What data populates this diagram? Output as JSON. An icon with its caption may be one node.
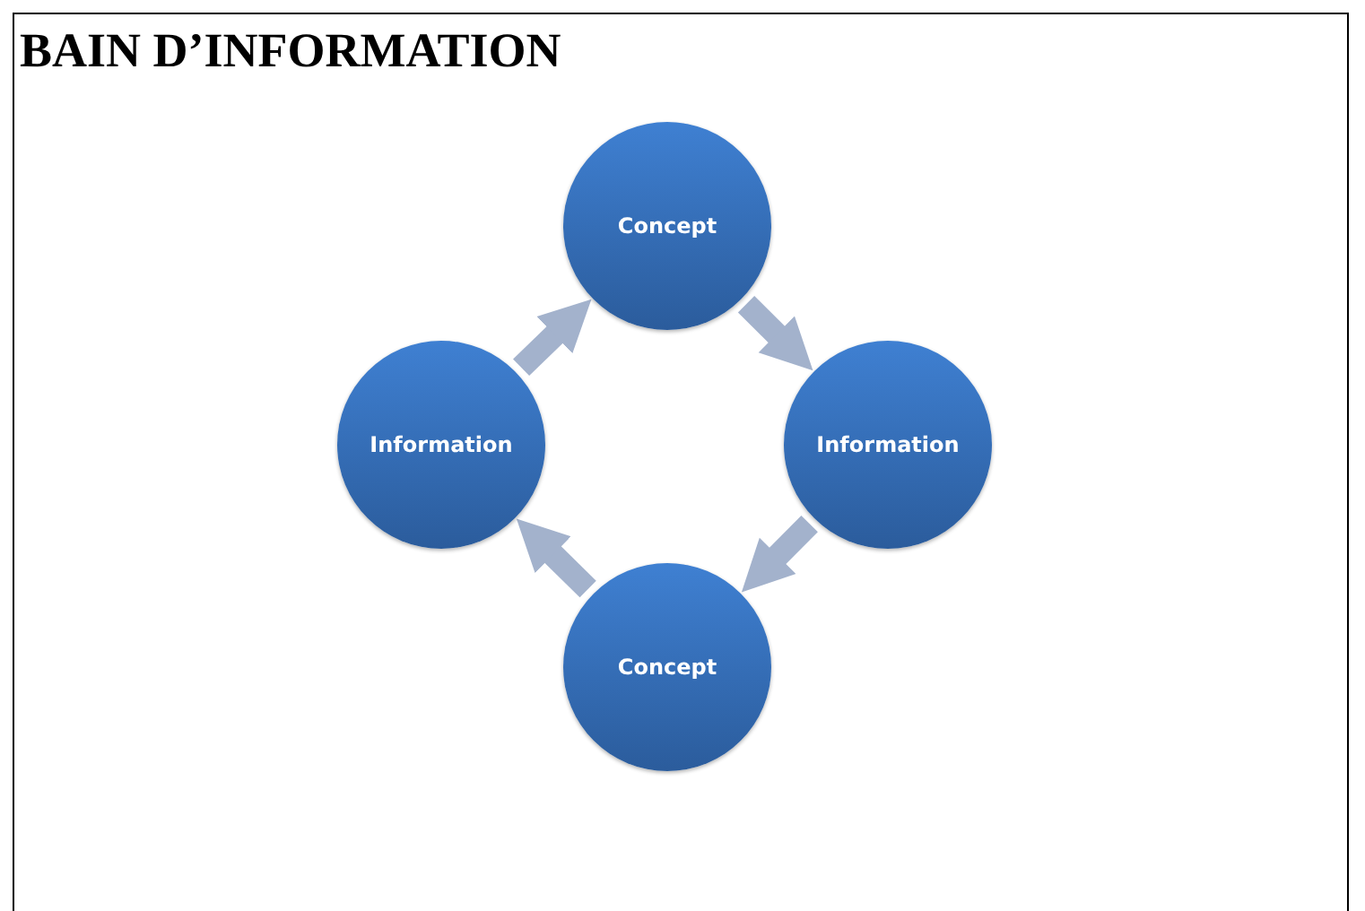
{
  "diagram": {
    "title": "BAIN D’INFORMATION",
    "nodes": [
      {
        "text": [
          "Concept"
        ]
      },
      {
        "text": [
          "Information"
        ]
      },
      {
        "text": [
          "Concept"
        ]
      },
      {
        "text": [
          "Information"
        ]
      }
    ],
    "edges": [
      {
        "from": 0,
        "to": 1,
        "arrow": "to"
      },
      {
        "from": 1,
        "to": 2,
        "arrow": "to"
      },
      {
        "from": 2,
        "to": 3,
        "arrow": "to"
      },
      {
        "from": 3,
        "to": 0,
        "arrow": "to"
      }
    ]
  }
}
